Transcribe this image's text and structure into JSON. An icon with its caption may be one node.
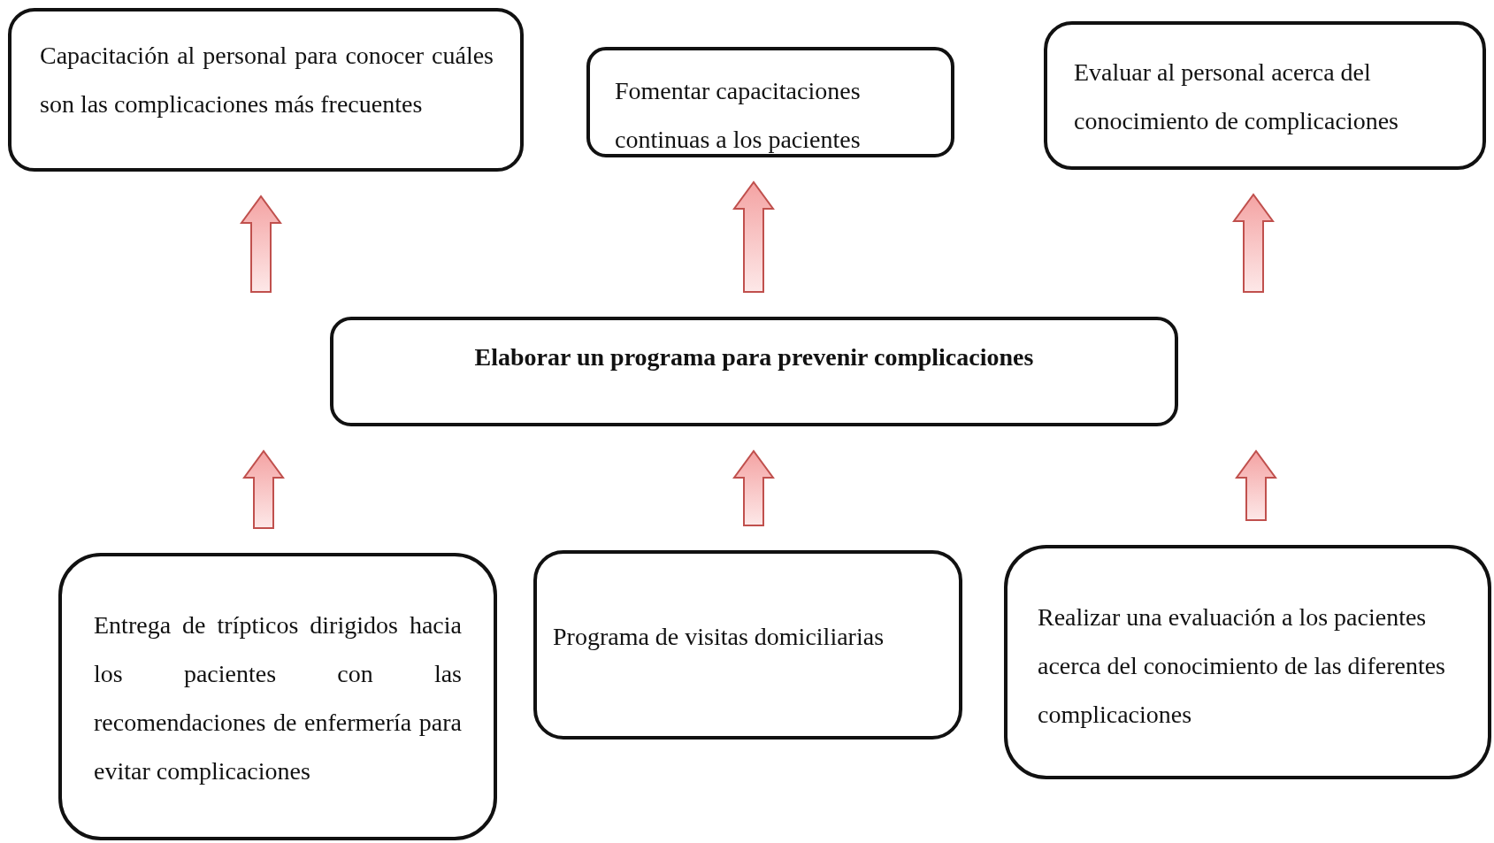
{
  "diagram": {
    "nodes": [
      {
        "text": [
          "Capacitación al personal para conocer cuáles son las complicaciones más frecuentes"
        ]
      },
      {
        "text": [
          "Fomentar capacitaciones continuas a los pacientes"
        ]
      },
      {
        "text": [
          "Evaluar al personal acerca del conocimiento de complicaciones"
        ]
      },
      {
        "text": [
          "Elaborar un programa para prevenir complicaciones"
        ]
      },
      {
        "text": [
          "Entrega de trípticos dirigidos hacia los pacientes con las recomendaciones de enfermería para evitar complicaciones"
        ]
      },
      {
        "text": [
          "Programa de visitas domiciliarias"
        ]
      },
      {
        "text": [
          "Realizar una evaluación a los pacientes acerca del conocimiento de las diferentes complicaciones"
        ]
      }
    ],
    "edges": [
      {
        "from": 3,
        "to": 0,
        "arrow": "to"
      },
      {
        "from": 3,
        "to": 1,
        "arrow": "to"
      },
      {
        "from": 3,
        "to": 2,
        "arrow": "to"
      },
      {
        "from": 4,
        "to": 3,
        "arrow": "to"
      },
      {
        "from": 5,
        "to": 3,
        "arrow": "to"
      },
      {
        "from": 6,
        "to": 3,
        "arrow": "to"
      }
    ]
  }
}
